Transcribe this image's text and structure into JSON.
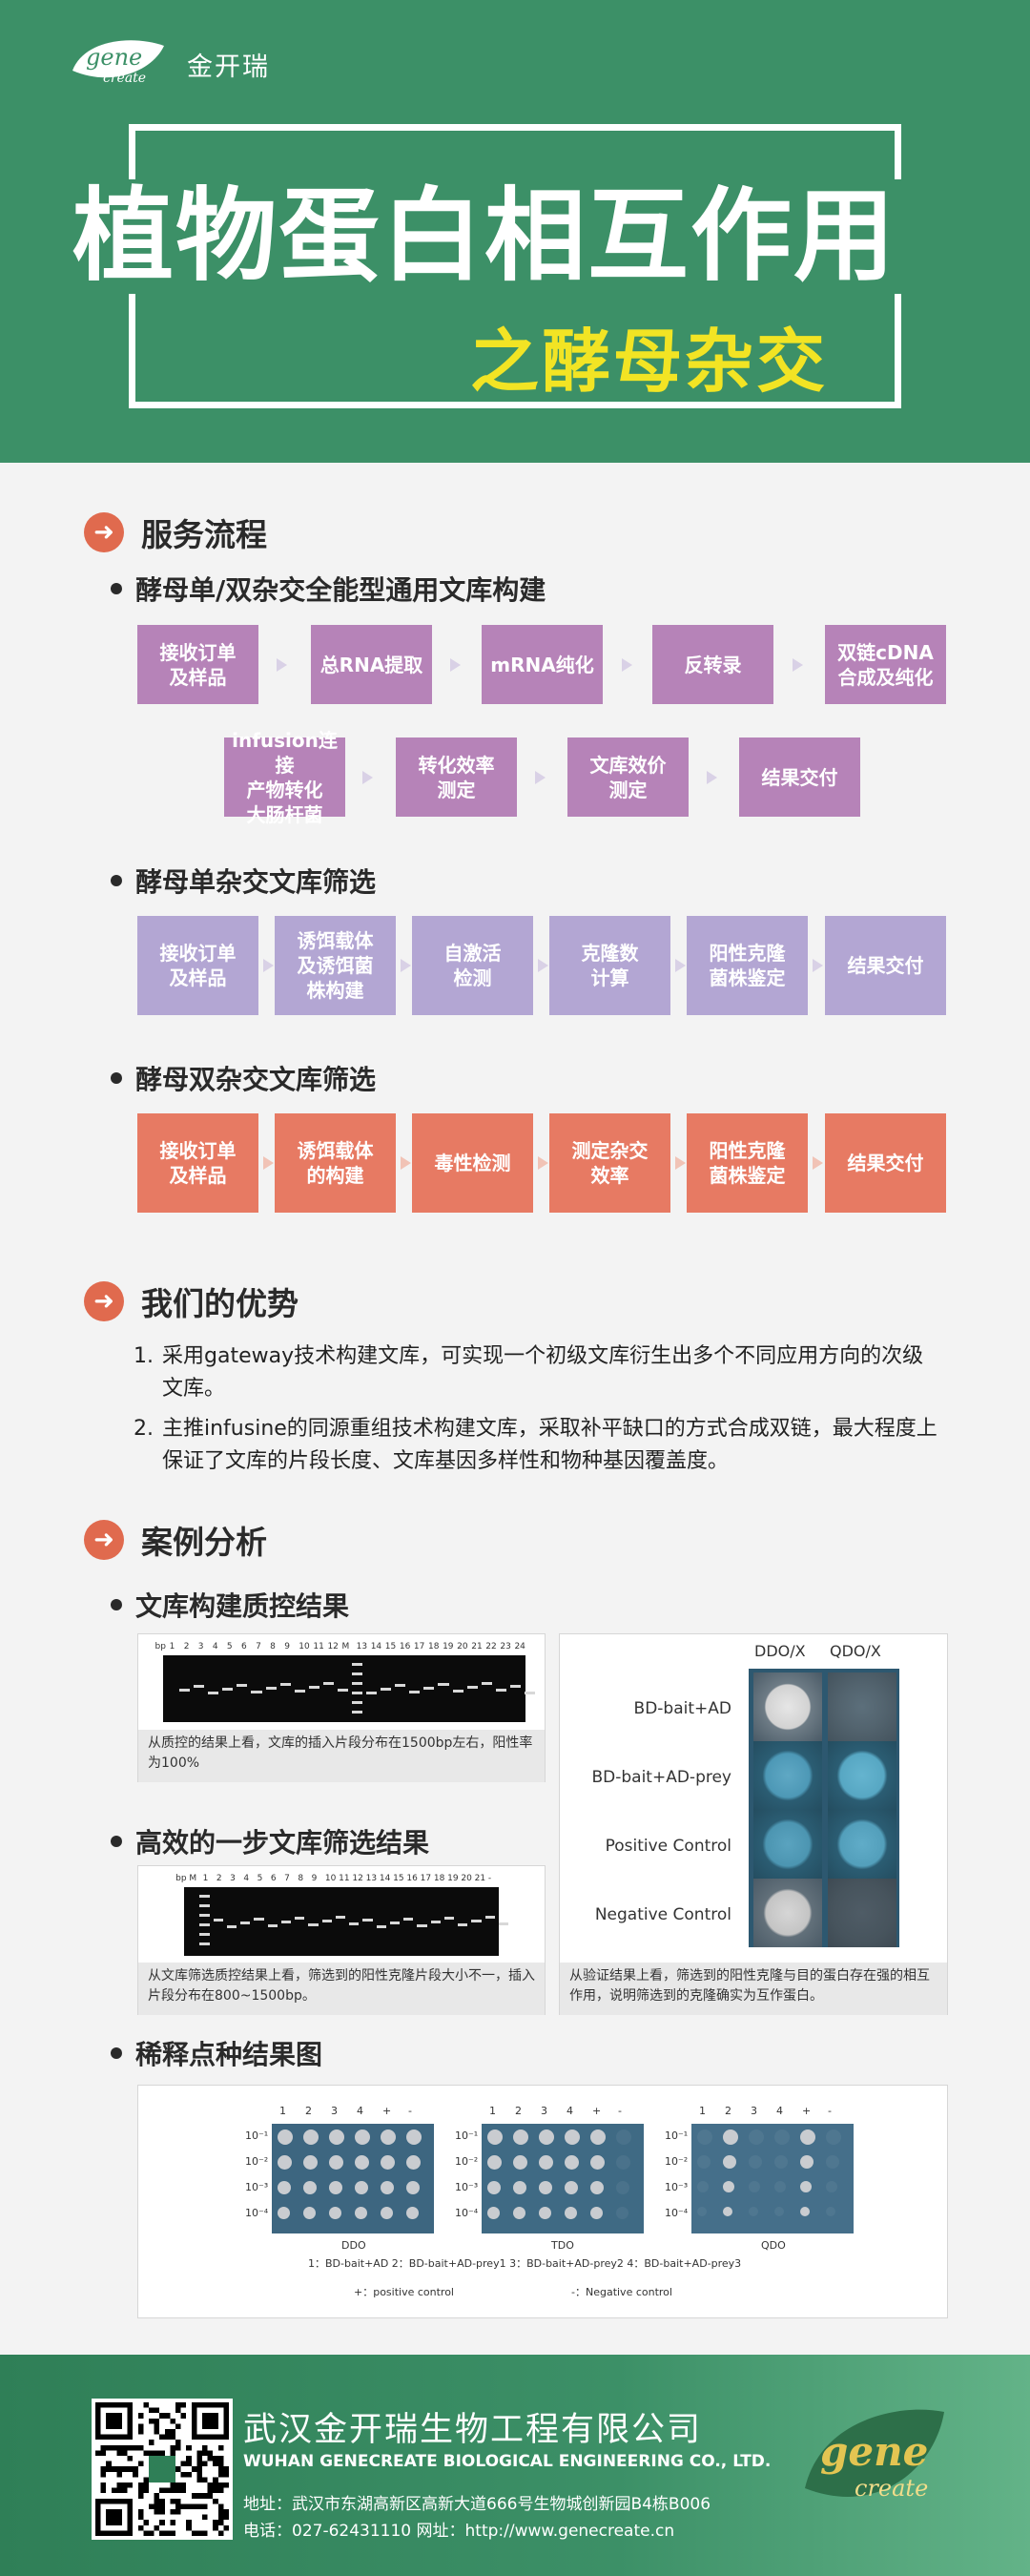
{
  "brand": {
    "logo_text": "gene create",
    "name_cn": "金开瑞"
  },
  "title": {
    "main": "植物蛋白相互作用",
    "sub": "之酵母杂交"
  },
  "colors": {
    "green": "#3c9067",
    "yellow": "#f2e424",
    "purple": "#b683b8",
    "lavender": "#b3a6d3",
    "coral": "#e77a63",
    "section_icon": "#e06a4e"
  },
  "service": {
    "heading": "服务流程",
    "icon": "arrow-right-circle-icon",
    "flow1": {
      "title": "酵母单/双杂交全能型通用文库构建",
      "row1": [
        "接收订单\n及样品",
        "总RNA提取",
        "mRNA纯化",
        "反转录",
        "双链cDNA\n合成及纯化"
      ],
      "row2": [
        "infusion连接\n产物转化\n大肠杆菌",
        "转化效率\n测定",
        "文库效价\n测定",
        "结果交付"
      ]
    },
    "flow2": {
      "title": "酵母单杂交文库筛选",
      "steps": [
        "接收订单\n及样品",
        "诱饵载体\n及诱饵菌\n株构建",
        "自激活\n检测",
        "克隆数\n计算",
        "阳性克隆\n菌株鉴定",
        "结果交付"
      ]
    },
    "flow3": {
      "title": "酵母双杂交文库筛选",
      "steps": [
        "接收订单\n及样品",
        "诱饵载体\n的构建",
        "毒性检测",
        "测定杂交\n效率",
        "阳性克隆\n菌株鉴定",
        "结果交付"
      ]
    }
  },
  "advantages": {
    "heading": "我们的优势",
    "items": [
      {
        "num": "1.",
        "text": "采用gateway技术构建文库，可实现一个初级文库衍生出多个不同应用方向的次级文库。"
      },
      {
        "num": "2.",
        "text": "主推infusine的同源重组技术构建文库，采取补平缺口的方式合成双链，最大程度上保证了文库的片段长度、文库基因多样性和物种基因覆盖度。"
      }
    ]
  },
  "cases": {
    "heading": "案例分析",
    "qc": {
      "title": "文库构建质控结果",
      "lanes": [
        "bp",
        "1",
        "2",
        "3",
        "4",
        "5",
        "6",
        "7",
        "8",
        "9",
        "10",
        "11",
        "12",
        "M",
        "13",
        "14",
        "15",
        "16",
        "17",
        "18",
        "19",
        "20",
        "21",
        "22",
        "23",
        "24"
      ],
      "caption": "从质控的结果上看，文库的插入片段分布在1500bp左右，阳性率为100%"
    },
    "screen": {
      "title": "高效的一步文库筛选结果",
      "lanes": [
        "bp",
        "M",
        "1",
        "2",
        "3",
        "4",
        "5",
        "6",
        "7",
        "8",
        "9",
        "10",
        "11",
        "12",
        "13",
        "14",
        "15",
        "16",
        "17",
        "18",
        "19",
        "20",
        "21",
        "-"
      ],
      "caption": "从文库筛选质控结果上看，筛选到的阳性克隆片段大小不一，插入片段分布在800~1500bp。"
    },
    "verify": {
      "columns": [
        "DDO/X",
        "QDO/X"
      ],
      "rows": [
        "BD-bait+AD",
        "BD-bait+AD-prey",
        "Positive Control",
        "Negative Control"
      ],
      "caption": "从验证结果上看，筛选到的阳性克隆与目的蛋白存在强的相互作用，说明筛选到的克隆确实为互作蛋白。"
    },
    "dilution": {
      "title": "稀释点种结果图",
      "col_labels": [
        "1",
        "2",
        "3",
        "4",
        "+",
        "-"
      ],
      "row_labels": [
        "10⁻¹",
        "10⁻²",
        "10⁻³",
        "10⁻⁴"
      ],
      "plates": [
        "DDO",
        "TDO",
        "QDO"
      ],
      "legend1": "1：BD-bait+AD    2：BD-bait+AD-prey1    3：BD-bait+AD-prey2    4：BD-bait+AD-prey3",
      "legend2_pos": "+：positive control",
      "legend2_neg": "-：Negative control"
    }
  },
  "footer": {
    "company_cn": "武汉金开瑞生物工程有限公司",
    "company_en": "WUHAN GENECREATE BIOLOGICAL ENGINEERING CO., LTD.",
    "address": "地址：武汉市东湖高新区高新大道666号生物城创新园B4栋B006",
    "phone": "电话：027-62431110     网址：http://www.genecreate.cn"
  }
}
